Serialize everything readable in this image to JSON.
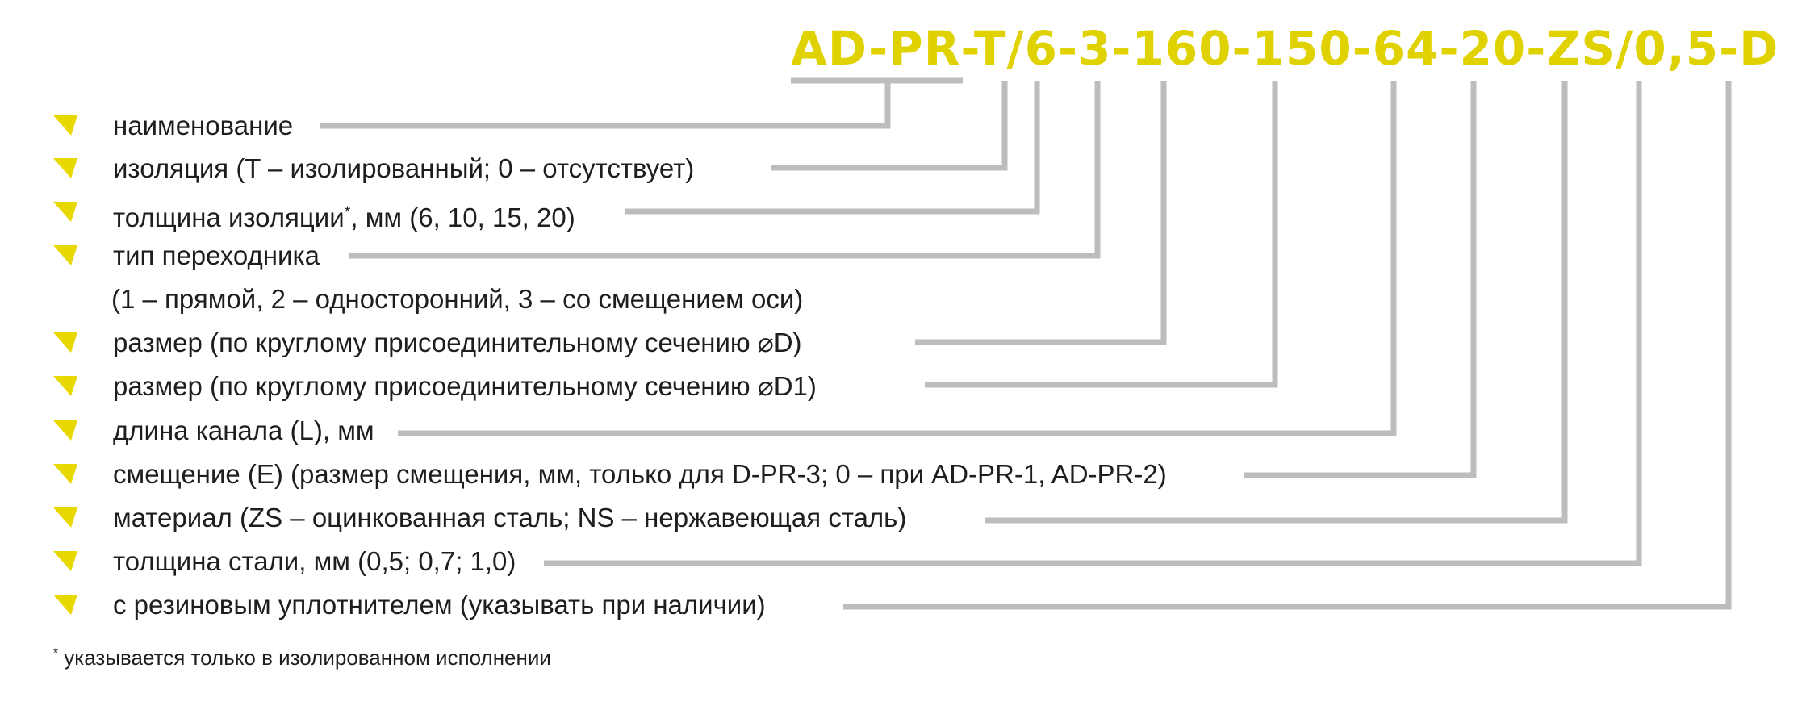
{
  "code": "AD-PR-T/6-3-160-150-64-20-ZS/0,5-D",
  "items": [
    {
      "label": "наименование",
      "bullet": true
    },
    {
      "label": "изоляция (T – изолированный; 0 – отсутствует)",
      "bullet": true
    },
    {
      "label": "толщина изоляции",
      "sup": "*",
      "suffix": ", мм (6, 10, 15, 20)",
      "bullet": true
    },
    {
      "label": "тип переходника",
      "bullet": true
    },
    {
      "label": "(1 – прямой, 2 – односторонний, 3 – со смещением оси)",
      "bullet": false
    },
    {
      "label": "размер (по круглому присоединительному сечению ⌀D)",
      "bullet": true
    },
    {
      "label": "размер (по круглому присоединительному сечению ⌀D1)",
      "bullet": true
    },
    {
      "label": "длина канала (L), мм",
      "bullet": true
    },
    {
      "label": "смещение (E) (размер смещения, мм, только для D-PR-3; 0 – при AD-PR-1, AD-PR-2)",
      "bullet": true
    },
    {
      "label": "материал (ZS – оцинкованная сталь; NS – нержавеющая сталь)",
      "bullet": true
    },
    {
      "label": "толщина стали, мм (0,5; 0,7; 1,0)",
      "bullet": true
    },
    {
      "label": "с резиновым уплотнителем (указывать при наличии)",
      "bullet": true
    }
  ],
  "footnote": {
    "mark": "*",
    "text": " указывается только в изолированном исполнении"
  },
  "colors": {
    "accent": "#e0d100",
    "connector": "#bdbdbd",
    "text": "#1e1e1e"
  }
}
